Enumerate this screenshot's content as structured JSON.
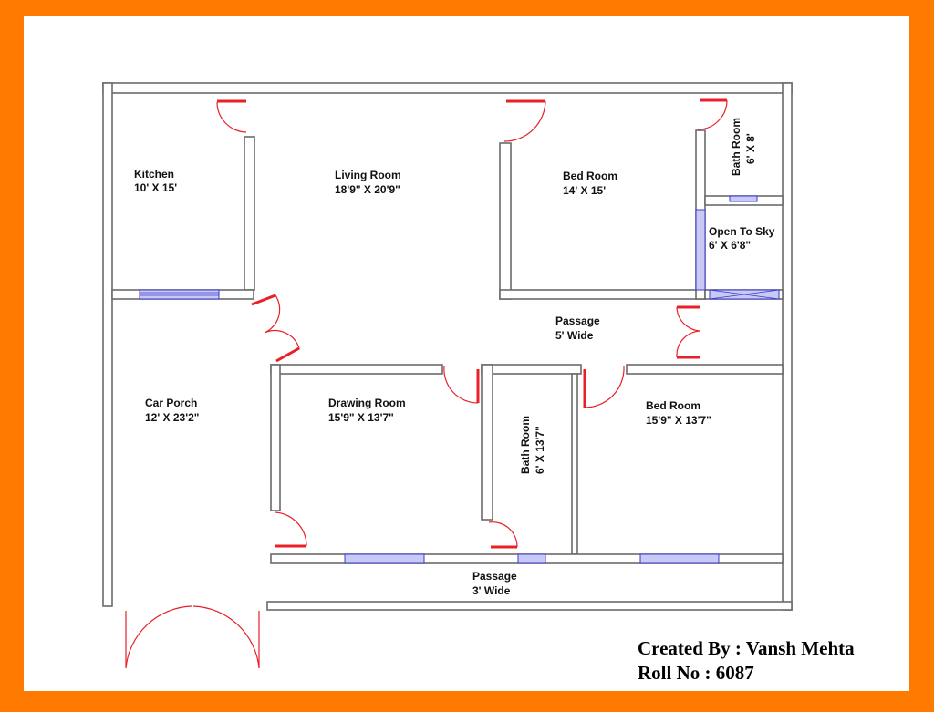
{
  "rooms": {
    "kitchen": {
      "name": "Kitchen",
      "size": "10' X 15'"
    },
    "living": {
      "name": "Living Room",
      "size": "18'9\" X 20'9\""
    },
    "bed1": {
      "name": "Bed Room",
      "size": "14' X 15'"
    },
    "bath1": {
      "name": "Bath Room",
      "size": "6' X 8'"
    },
    "sky": {
      "name": "Open To Sky",
      "size": "6' X 6'8\""
    },
    "passage1": {
      "name": "Passage",
      "size": "5' Wide"
    },
    "carporch": {
      "name": "Car Porch",
      "size": "12' X 23'2\""
    },
    "drawing": {
      "name": "Drawing Room",
      "size": "15'9\" X 13'7\""
    },
    "bath2": {
      "name": "Bath Room",
      "size": "6' X 13'7\""
    },
    "bed2": {
      "name": "Bed Room",
      "size": "15'9\" X 13'7\""
    },
    "passage2": {
      "name": "Passage",
      "size": "3' Wide"
    }
  },
  "credits": {
    "created_by": "Created By : Vansh Mehta",
    "roll_no": "Roll No : 6087"
  },
  "colors": {
    "frame": "#FF7A00",
    "wall": "#6b6b6b",
    "door": "#e8202a",
    "window": "#3a3ad0"
  }
}
